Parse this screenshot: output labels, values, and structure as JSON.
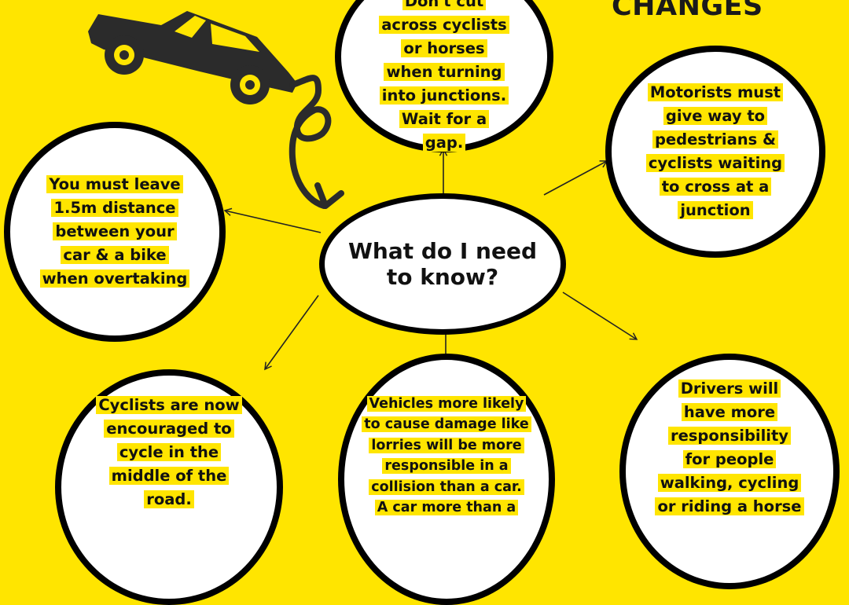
{
  "heading": "CHANGES",
  "center": {
    "lines": [
      "What do I need",
      "to know?"
    ]
  },
  "bubbles": {
    "top": [
      "Don't cut",
      "across cyclists",
      "or horses",
      "when turning",
      "into junctions.",
      "Wait for a",
      "gap."
    ],
    "left": [
      "You must leave",
      "1.5m distance",
      "between your",
      "car & a bike",
      "when overtaking"
    ],
    "right": [
      "Motorists must",
      "give way to",
      "pedestrians &",
      "cyclists waiting",
      "to cross at a",
      "junction"
    ],
    "bottom_left": [
      "Cyclists are now",
      "encouraged to",
      "cycle in the",
      "middle of the",
      "road."
    ],
    "bottom_center": [
      "Vehicles more likely",
      "to cause damage like",
      "lorries will be more",
      "responsible in a",
      "collision than a car.",
      "A car more than a"
    ],
    "bottom_right": [
      "Drivers will",
      "have more",
      "responsibility",
      "for people",
      "walking, cycling",
      "or riding a horse"
    ]
  },
  "colors": {
    "background": "#FFE500",
    "outline": "#000000",
    "highlight": "#FFE500",
    "car": "#2b2b2b"
  },
  "icons": {
    "car": "car-icon",
    "swirl": "swirl-arrow-icon"
  }
}
